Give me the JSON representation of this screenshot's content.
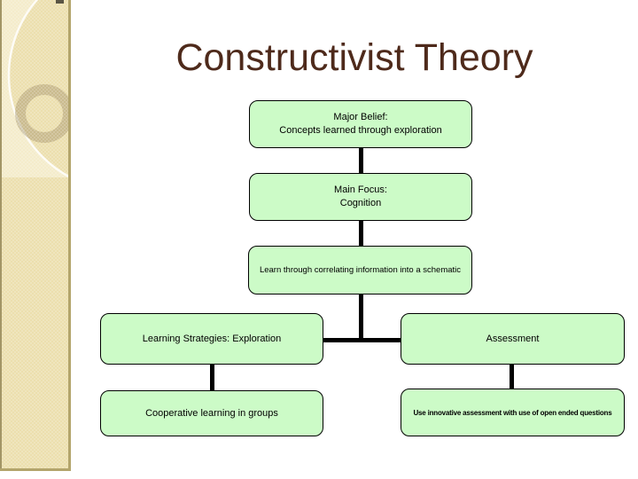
{
  "slide": {
    "title": "Constructivist Theory"
  },
  "colors": {
    "title_text": "#4e2a1b",
    "node_fill": "#ccfbc7",
    "node_border": "#000000",
    "connector": "#000000",
    "sidebar_fill": "#ecdfae",
    "sidebar_fill_light": "#f4eedd",
    "sidebar_border": "#b3a56c",
    "background": "#ffffff"
  },
  "diagram": {
    "nodes": {
      "major_belief": {
        "line1": "Major Belief:",
        "line2": "Concepts learned through exploration"
      },
      "main_focus": {
        "line1": "Main Focus:",
        "line2": "Cognition"
      },
      "schematic": {
        "text": "Learn through correlating information into a schematic"
      },
      "learning_strategies": {
        "text": "Learning Strategies: Exploration"
      },
      "cooperative_learning": {
        "text": "Cooperative learning in groups"
      },
      "assessment": {
        "text": "Assessment"
      },
      "innovative_assessment": {
        "text": "Use innovative assessment with use of open ended questions"
      }
    }
  }
}
